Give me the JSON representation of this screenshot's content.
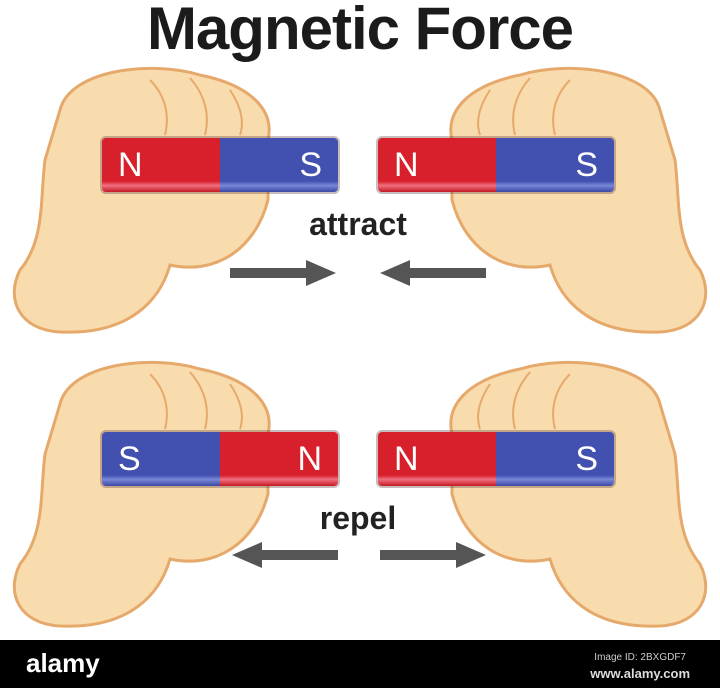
{
  "title": "Magnetic Force",
  "top": {
    "label": "attract",
    "left_magnet": [
      "N",
      "S"
    ],
    "right_magnet": [
      "N",
      "S"
    ]
  },
  "bottom": {
    "label": "repel",
    "left_magnet": [
      "S",
      "N"
    ],
    "right_magnet": [
      "N",
      "S"
    ]
  },
  "colors": {
    "north": "#d8202c",
    "south": "#4250b0",
    "arrow": "#555555",
    "skin": "#f9dcae"
  },
  "footer": {
    "logo": "alamy",
    "image_id": "Image ID: 2BXGDF7",
    "url": "www.alamy.com"
  },
  "watermark": "alamy"
}
